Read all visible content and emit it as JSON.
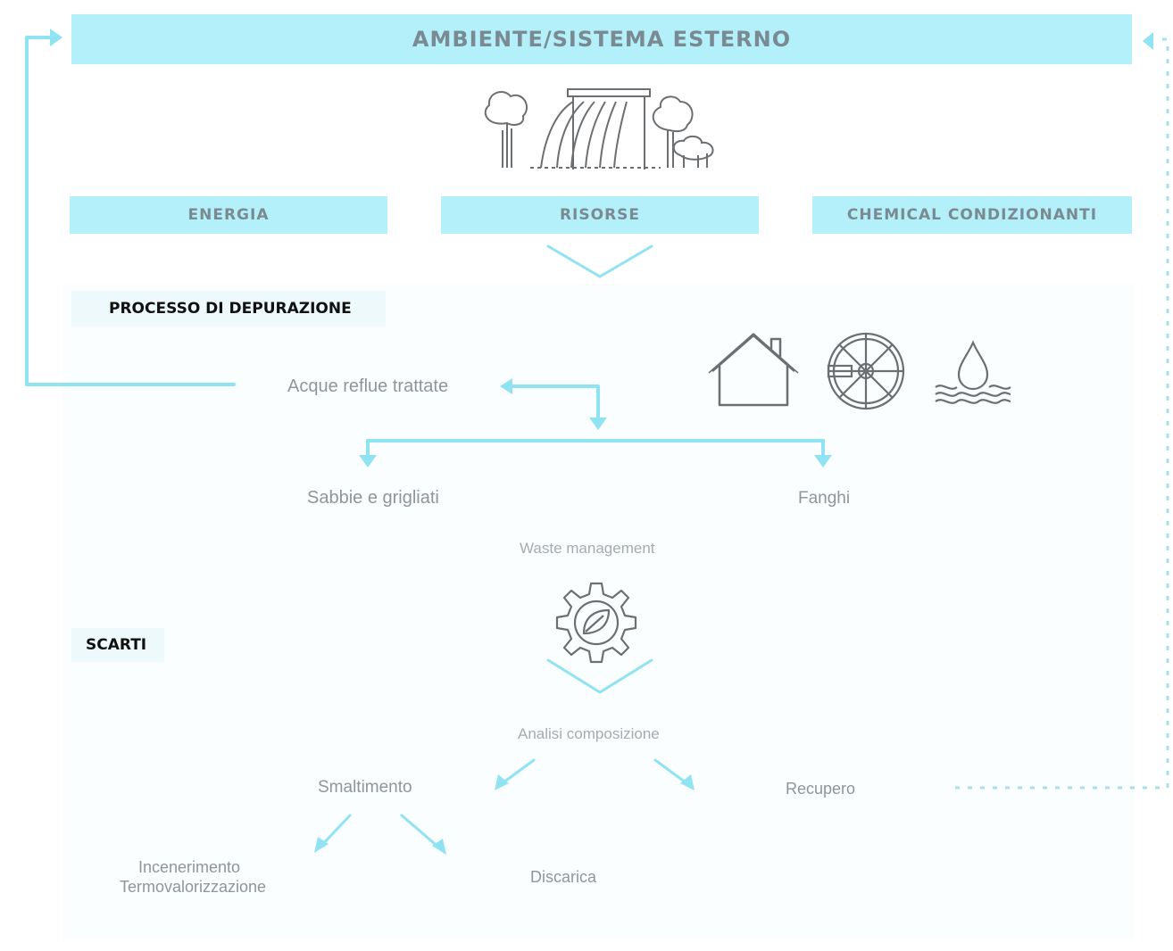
{
  "header": {
    "title": "AMBIENTE/SISTEMA ESTERNO"
  },
  "inputs": [
    {
      "label": "ENERGIA"
    },
    {
      "label": "RISORSE"
    },
    {
      "label": "CHEMICAL CONDIZIONANTI"
    }
  ],
  "sections": {
    "process": "PROCESSO DI DEPURAZIONE",
    "waste": "SCARTI"
  },
  "nodes": {
    "treated_water": "Acque reflue trattate",
    "sands": "Sabbie e grigliati",
    "sludge": "Fanghi",
    "waste_management": "Waste management",
    "analysis": "Analisi composizione",
    "disposal": "Smaltimento",
    "recovery": "Recupero",
    "incineration_1": "Incenerimento",
    "incineration_2": "Termovalorizzazione",
    "landfill": "Discarica"
  },
  "colors": {
    "accent": "#8fe3f2",
    "banner": "#b3f0fa",
    "label": "#8f9599"
  },
  "icons": [
    "trees-waterfall-icon",
    "house-icon",
    "wheel-icon",
    "water-drop-icon",
    "gear-leaf-icon"
  ]
}
